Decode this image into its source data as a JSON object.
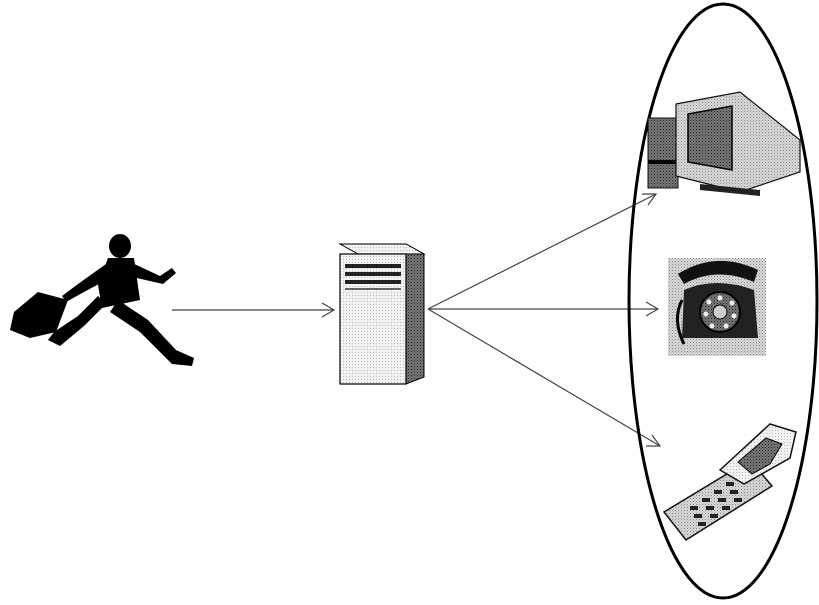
{
  "diagram": {
    "source": {
      "icon": "running-businessman-icon"
    },
    "hub": {
      "icon": "server-tower-icon"
    },
    "group": {
      "shape": "ellipse",
      "devices": [
        {
          "icon": "desktop-computer-icon"
        },
        {
          "icon": "rotary-telephone-icon"
        },
        {
          "icon": "flip-mobile-phone-icon"
        }
      ]
    },
    "connections": [
      {
        "from": "source",
        "to": "hub"
      },
      {
        "from": "hub",
        "to": "desktop-computer-icon"
      },
      {
        "from": "hub",
        "to": "rotary-telephone-icon"
      },
      {
        "from": "hub",
        "to": "flip-mobile-phone-icon"
      }
    ],
    "colors": {
      "ink": "#000000",
      "line": "#444444",
      "background": "#ffffff"
    }
  }
}
